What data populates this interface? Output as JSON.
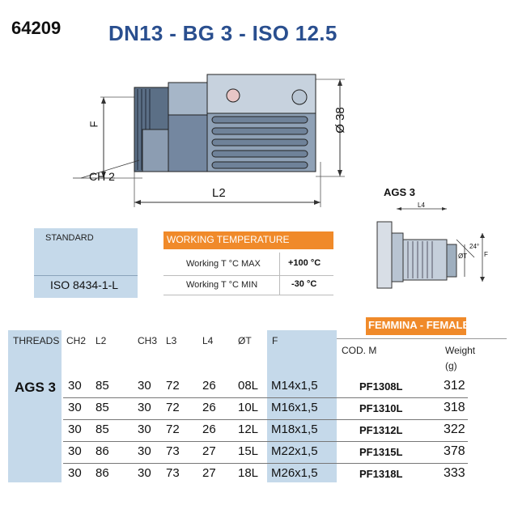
{
  "header": {
    "code": "64209",
    "title": "DN13 - BG 3 - ISO 12.5"
  },
  "drawing": {
    "labels": {
      "f": "F",
      "ch2": "CH 2",
      "l2": "L2",
      "diameter": "Ø 38"
    }
  },
  "ags_drawing": {
    "title": "AGS 3",
    "labels": {
      "l4": "L4",
      "angle": "24°",
      "ot": "ØT",
      "f": "F"
    }
  },
  "standard": {
    "label": "STANDARD",
    "value": "ISO 8434-1-L"
  },
  "working_temperature": {
    "title": "WORKING TEMPERATURE",
    "rows": [
      {
        "label": "Working  T °C MAX",
        "value": "+100 °C"
      },
      {
        "label": "Working  T °C MIN",
        "value": "-30 °C"
      }
    ]
  },
  "table": {
    "section_title": "FEMMINA - FEMALE",
    "headers": {
      "threads": "THREADS",
      "ch2": "CH2",
      "l2": "L2",
      "ch3": "CH3",
      "l3": "L3",
      "l4": "L4",
      "ot": "ØT",
      "f": "F",
      "cod": "COD. M",
      "weight": "Weight",
      "weight_unit": "(g)"
    },
    "thread": "AGS 3",
    "rows": [
      {
        "ch2": "30",
        "l2": "85",
        "ch3": "30",
        "l3": "72",
        "l4": "26",
        "ot": "08L",
        "f": "M14x1,5",
        "cod": "PF1308L",
        "weight": "312"
      },
      {
        "ch2": "30",
        "l2": "85",
        "ch3": "30",
        "l3": "72",
        "l4": "26",
        "ot": "10L",
        "f": "M16x1,5",
        "cod": "PF1310L",
        "weight": "318"
      },
      {
        "ch2": "30",
        "l2": "85",
        "ch3": "30",
        "l3": "72",
        "l4": "26",
        "ot": "12L",
        "f": "M18x1,5",
        "cod": "PF1312L",
        "weight": "322"
      },
      {
        "ch2": "30",
        "l2": "86",
        "ch3": "30",
        "l3": "73",
        "l4": "27",
        "ot": "15L",
        "f": "M22x1,5",
        "cod": "PF1315L",
        "weight": "378"
      },
      {
        "ch2": "30",
        "l2": "86",
        "ch3": "30",
        "l3": "73",
        "l4": "27",
        "ot": "18L",
        "f": "M26x1,5",
        "cod": "PF1318L",
        "weight": "333"
      }
    ]
  },
  "colors": {
    "title": "#2a4f8f",
    "accent_orange": "#f08a2a",
    "light_blue": "#c5d9ea"
  }
}
